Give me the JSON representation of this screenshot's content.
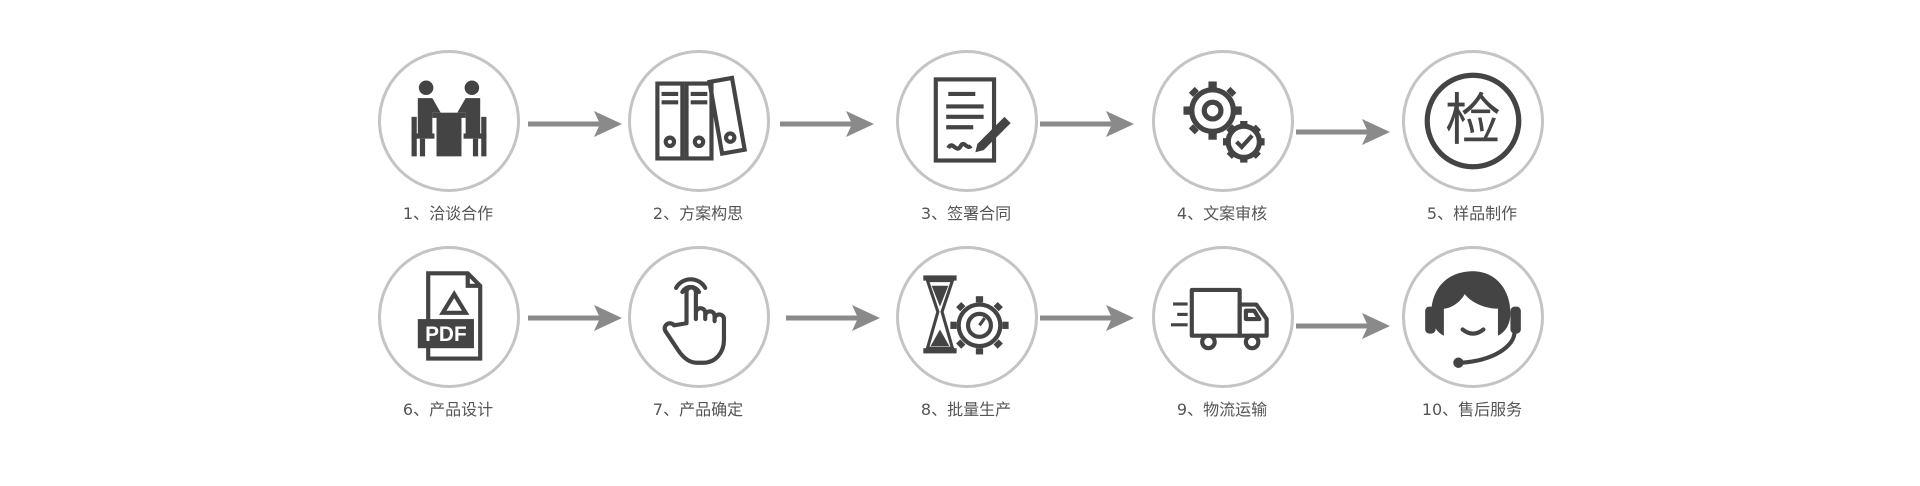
{
  "steps": [
    {
      "label": "1、洽谈合作",
      "icon": "meeting-icon"
    },
    {
      "label": "2、方案构思",
      "icon": "binders-icon"
    },
    {
      "label": "3、签署合同",
      "icon": "contract-icon"
    },
    {
      "label": "4、文案审核",
      "icon": "gears-check-icon"
    },
    {
      "label": "5、样品制作",
      "icon": "inspection-stamp-icon",
      "glyph": "检"
    },
    {
      "label": "6、产品设计",
      "icon": "pdf-file-icon"
    },
    {
      "label": "7、产品确定",
      "icon": "finger-tap-icon"
    },
    {
      "label": "8、批量生产",
      "icon": "hourglass-gear-icon"
    },
    {
      "label": "9、物流运输",
      "icon": "delivery-truck-icon"
    },
    {
      "label": "10、售后服务",
      "icon": "customer-service-headset-icon"
    }
  ],
  "colors": {
    "icon": "#444444",
    "circle_border": "#c4c4c4",
    "arrow": "#8a8a8a",
    "label": "#555555"
  }
}
